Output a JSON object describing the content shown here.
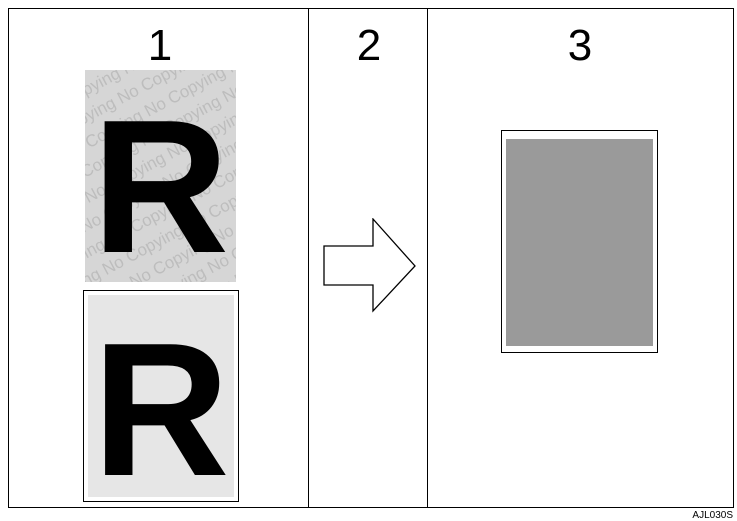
{
  "panels": [
    {
      "number": "1"
    },
    {
      "number": "2"
    },
    {
      "number": "3"
    }
  ],
  "original_pattern_doc": {
    "letter": "R",
    "watermark_text": "Copying No Copying No Copying No Copying No"
  },
  "original_plain_doc": {
    "letter": "R"
  },
  "figure_code": "AJL030S",
  "colors": {
    "pattern_background": "#d6d6d6",
    "watermark_text": "#bdbdbd",
    "plain_background": "#e6e6e6",
    "result_fill": "#9a9a9a"
  },
  "icons": {
    "arrow": "right-arrow-outline-icon"
  }
}
